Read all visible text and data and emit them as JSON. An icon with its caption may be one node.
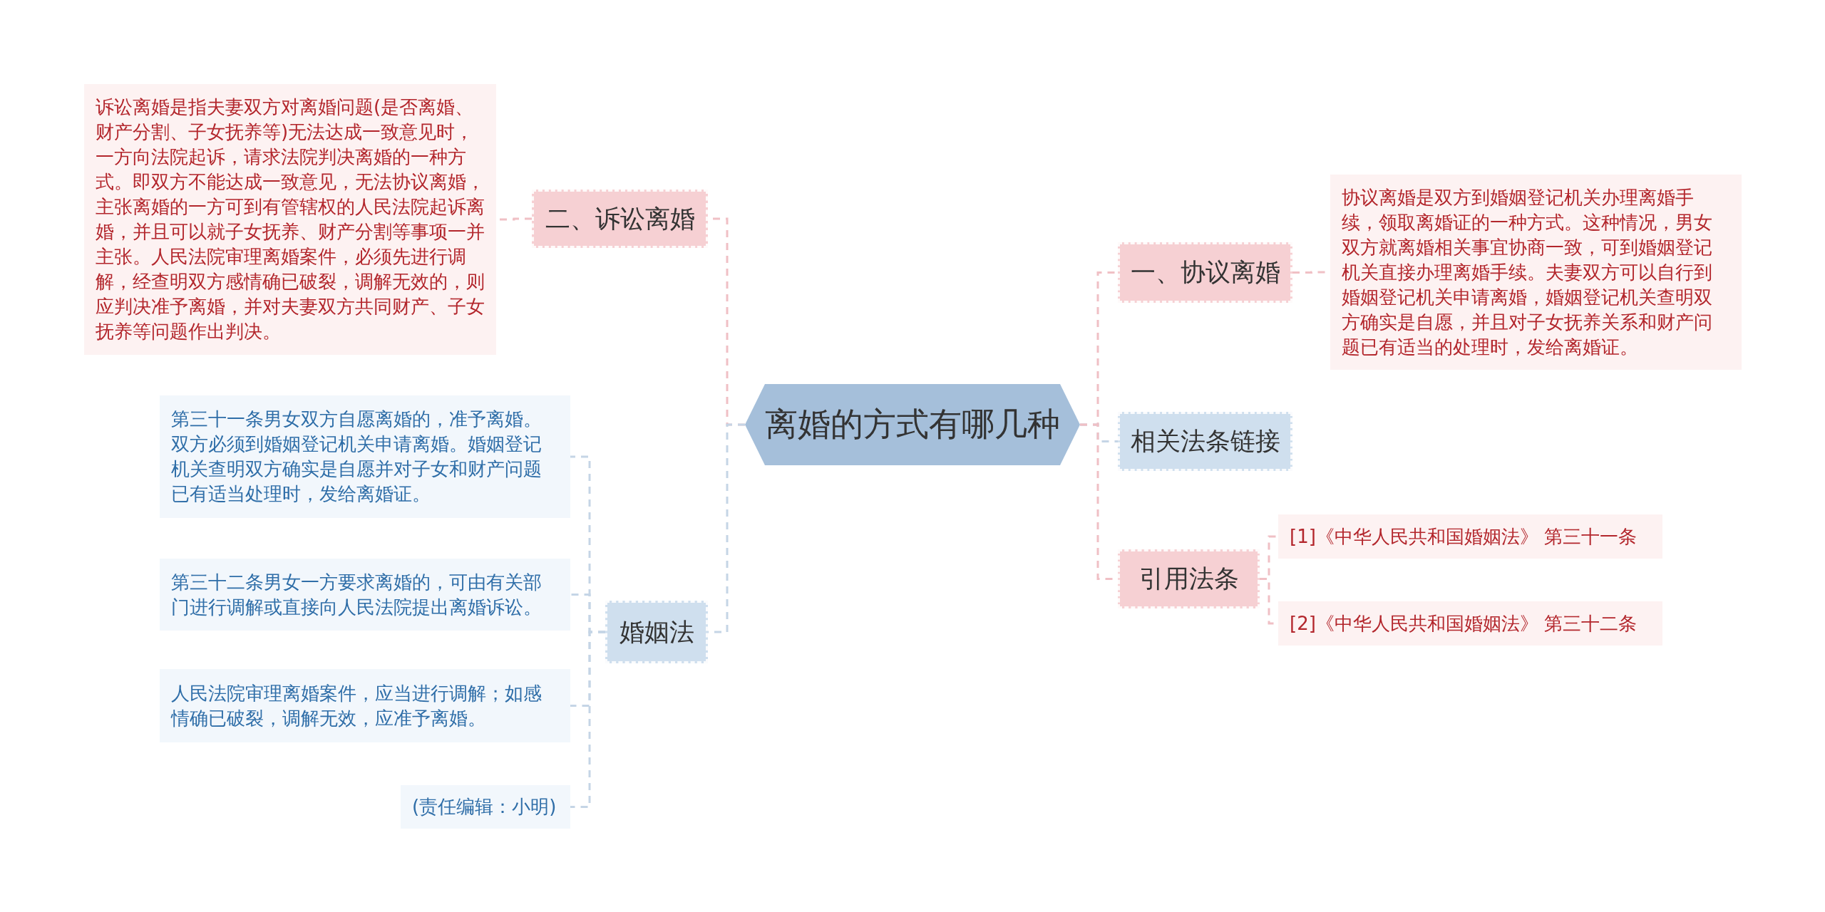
{
  "diagram": {
    "nodes": [
      {
        "text": [
          "离婚的方式有哪几种"
        ]
      },
      {
        "text": [
          "一、协议离婚"
        ]
      },
      {
        "text": [
          "协议离婚是双方到婚姻登记机关办理离婚手续，领取离婚证的一种方式。这种情况，男女双方就离婚相关事宜协商一致，可到婚姻登记机关直接办理离婚手续。夫妻双方可以自行到婚姻登记机关申请离婚，婚姻登记机关查明双方确实是自愿，并且对子女抚养关系和财产问题已有适当的处理时，发给离婚证。"
        ]
      },
      {
        "text": [
          "相关法条链接"
        ]
      },
      {
        "text": [
          "引用法条"
        ]
      },
      {
        "text": [
          "[1]《中华人民共和国婚姻法》 第三十一条"
        ]
      },
      {
        "text": [
          "[2]《中华人民共和国婚姻法》 第三十二条"
        ]
      },
      {
        "text": [
          "二、诉讼离婚"
        ]
      },
      {
        "text": [
          "诉讼离婚是指夫妻双方对离婚问题(是否离婚、财产分割、子女抚养等)无法达成一致意见时，一方向法院起诉，请求法院判决离婚的一种方式。即双方不能达成一致意见，无法协议离婚，主张离婚的一方可到有管辖权的人民法院起诉离婚，并且可以就子女抚养、财产分割等事项一并主张。人民法院审理离婚案件，必须先进行调解，经查明双方感情确已破裂，调解无效的，则应判决准予离婚，并对夫妻双方共同财产、子女抚养等问题作出判决。"
        ]
      },
      {
        "text": [
          "婚姻法"
        ]
      },
      {
        "text": [
          "第三十一条男女双方自愿离婚的，准予离婚。双方必须到婚姻登记机关申请离婚。婚姻登记机关查明双方确实是自愿并对子女和财产问题已有适当处理时，发给离婚证。"
        ]
      },
      {
        "text": [
          "第三十二条男女一方要求离婚的，可由有关部门进行调解或直接向人民法院提出离婚诉讼。"
        ]
      },
      {
        "text": [
          "人民法院审理离婚案件，应当进行调解；如感情确已破裂，调解无效，应准予离婚。"
        ]
      },
      {
        "text": [
          "(责任编辑：小明)"
        ]
      }
    ],
    "edges": [
      {
        "from": 0,
        "to": 1,
        "arrow": "none",
        "style": "dashed"
      },
      {
        "from": 1,
        "to": 2,
        "arrow": "none",
        "style": "dashed"
      },
      {
        "from": 0,
        "to": 3,
        "arrow": "none",
        "style": "dashed",
        "color": "#c5d5e6"
      },
      {
        "from": 0,
        "to": 4,
        "arrow": "none",
        "style": "dashed"
      },
      {
        "from": 4,
        "to": 5,
        "arrow": "none",
        "style": "dashed"
      },
      {
        "from": 4,
        "to": 6,
        "arrow": "none",
        "style": "dashed"
      },
      {
        "from": 0,
        "to": 7,
        "arrow": "none",
        "style": "dashed"
      },
      {
        "from": 7,
        "to": 8,
        "arrow": "none",
        "style": "dashed"
      },
      {
        "from": 0,
        "to": 9,
        "arrow": "none",
        "style": "dashed",
        "color": "#c5d5e6"
      },
      {
        "from": 9,
        "to": 10,
        "arrow": "none",
        "style": "dashed",
        "color": "#c5d5e6"
      },
      {
        "from": 9,
        "to": 11,
        "arrow": "none",
        "style": "dashed",
        "color": "#c5d5e6"
      },
      {
        "from": 9,
        "to": 12,
        "arrow": "none",
        "style": "dashed",
        "color": "#c5d5e6"
      },
      {
        "from": 9,
        "to": 13,
        "arrow": "none",
        "style": "dashed",
        "color": "#c5d5e6"
      }
    ]
  }
}
